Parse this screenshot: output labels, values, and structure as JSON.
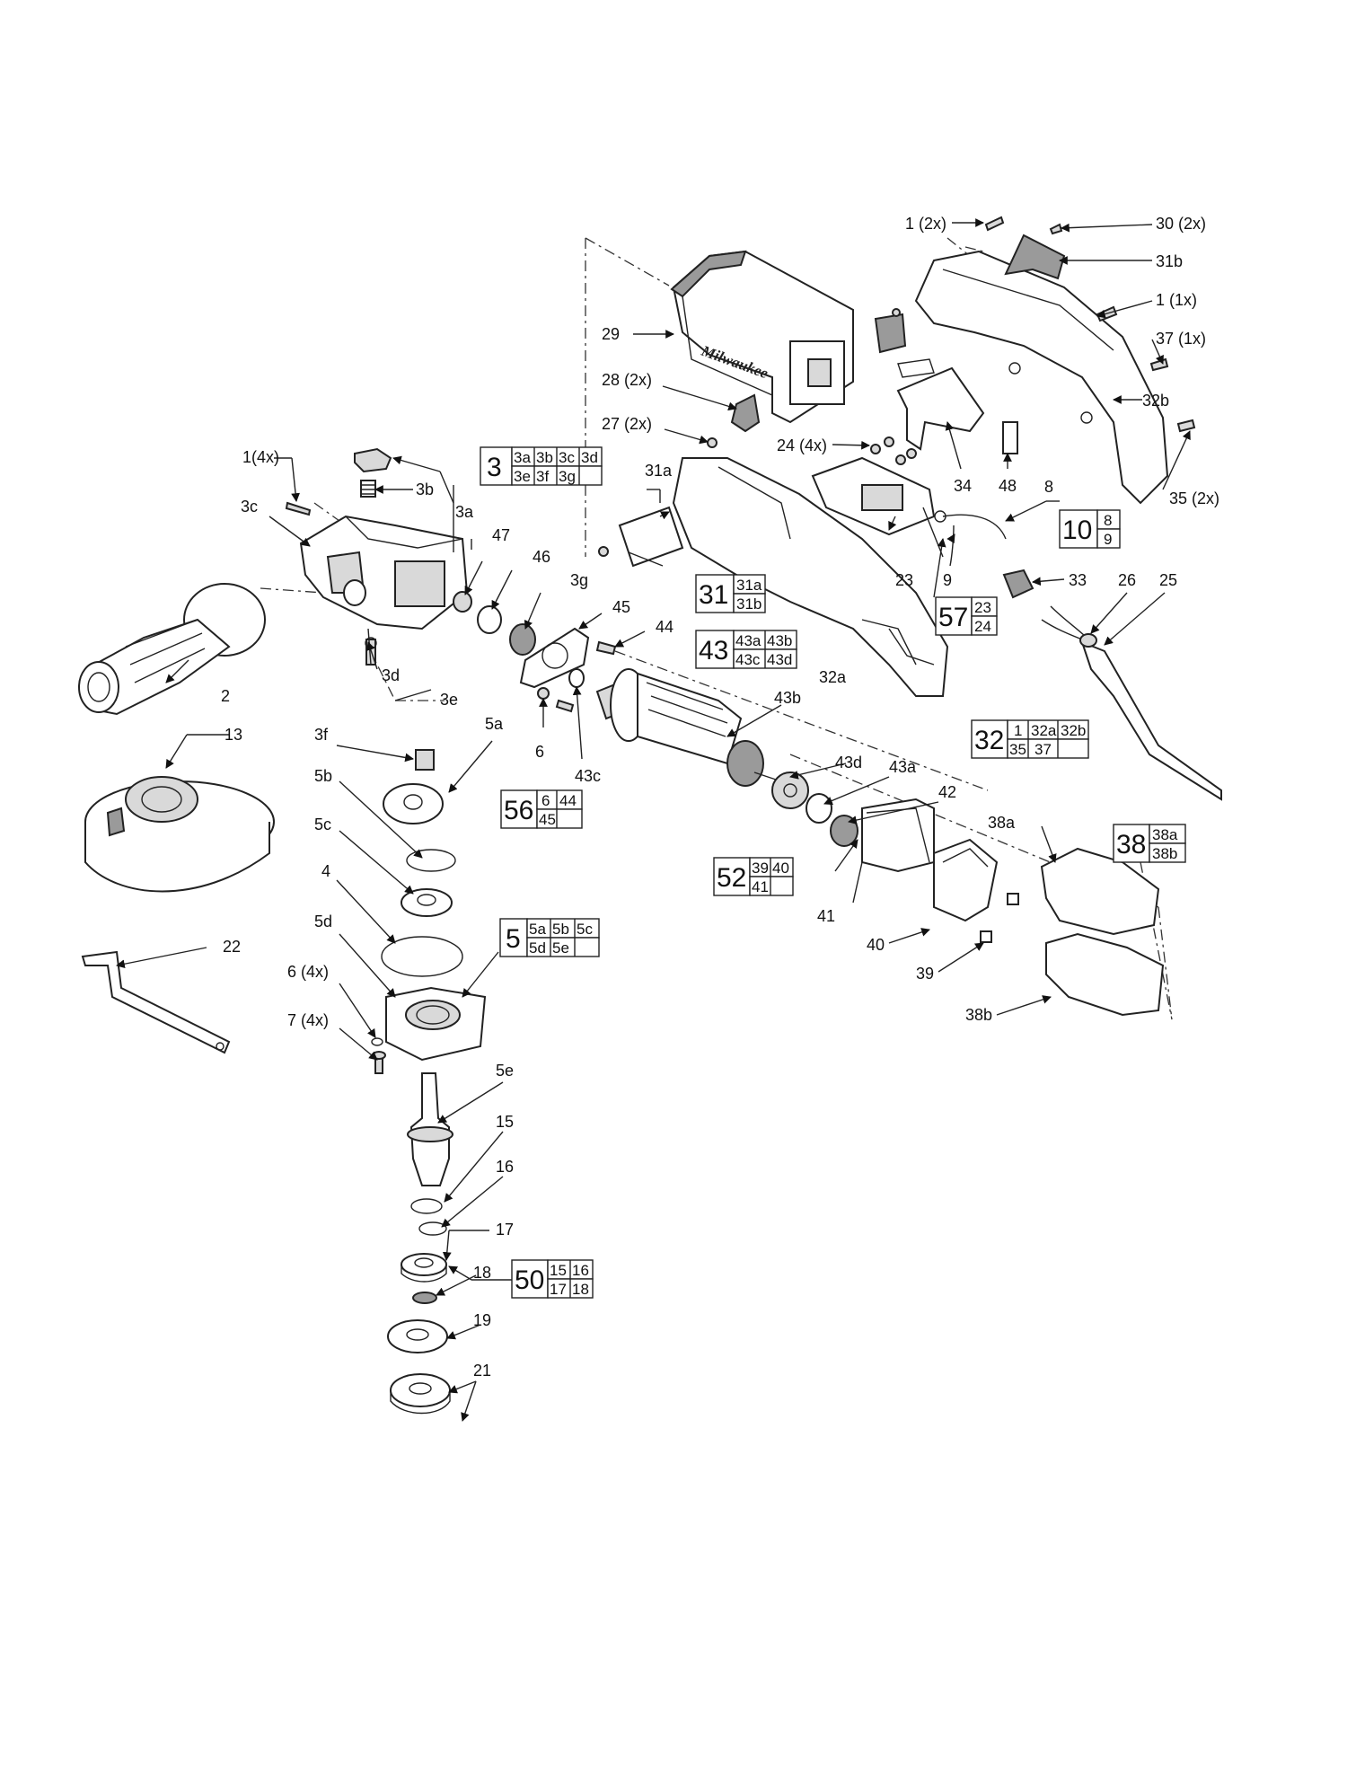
{
  "callouts": {
    "c_1_2x": "1 (2x)",
    "c_30_2x": "30 (2x)",
    "c_31b": "31b",
    "c_1_1x": "1 (1x)",
    "c_37_1x": "37 (1x)",
    "c_29": "29",
    "c_32b": "32b",
    "c_28_2x": "28 (2x)",
    "c_27_2x": "27 (2x)",
    "c_24_4x": "24 (4x)",
    "c_34": "34",
    "c_48": "48",
    "c_35_2x": "35 (2x)",
    "c_8": "8",
    "c_1_4x": "1(4x)",
    "c_3b": "3b",
    "c_3a": "3a",
    "c_3c": "3c",
    "c_47": "47",
    "c_46": "46",
    "c_3g": "3g",
    "c_31a": "31a",
    "c_23": "23",
    "c_9": "9",
    "c_33": "33",
    "c_26": "26",
    "c_25": "25",
    "c_45": "45",
    "c_44": "44",
    "c_3d": "3d",
    "c_2": "2",
    "c_3e": "3e",
    "c_6": "6",
    "c_43c": "43c",
    "c_43b": "43b",
    "c_32a": "32a",
    "c_13": "13",
    "c_3f": "3f",
    "c_5a": "5a",
    "c_5b": "5b",
    "c_5c": "5c",
    "c_4": "4",
    "c_43d": "43d",
    "c_43a": "43a",
    "c_42": "42",
    "c_38a": "38a",
    "c_41": "41",
    "c_40": "40",
    "c_39": "39",
    "c_38b": "38b",
    "c_5d": "5d",
    "c_22": "22",
    "c_6_4x": "6 (4x)",
    "c_7_4x": "7 (4x)",
    "c_5e": "5e",
    "c_15": "15",
    "c_16": "16",
    "c_17": "17",
    "c_18": "18",
    "c_19": "19",
    "c_21": "21"
  },
  "kits": {
    "k3": {
      "num": "3",
      "r1": [
        "3a",
        "3b",
        "3c",
        "3d"
      ],
      "r2": [
        "3e",
        "3f",
        "3g",
        ""
      ]
    },
    "k10": {
      "num": "10",
      "r1": [
        "8"
      ],
      "r2": [
        "9"
      ]
    },
    "k31": {
      "num": "31",
      "r1": [
        "31a"
      ],
      "r2": [
        "31b"
      ]
    },
    "k57": {
      "num": "57",
      "r1": [
        "23"
      ],
      "r2": [
        "24"
      ]
    },
    "k43": {
      "num": "43",
      "r1": [
        "43a",
        "43b"
      ],
      "r2": [
        "43c",
        "43d"
      ]
    },
    "k32": {
      "num": "32",
      "r1": [
        "1",
        "32a",
        "32b"
      ],
      "r2": [
        "35",
        "37",
        ""
      ]
    },
    "k56": {
      "num": "56",
      "r1": [
        "6",
        "44"
      ],
      "r2": [
        "45",
        ""
      ]
    },
    "k52": {
      "num": "52",
      "r1": [
        "39",
        "40"
      ],
      "r2": [
        "41",
        ""
      ]
    },
    "k38": {
      "num": "38",
      "r1": [
        "38a"
      ],
      "r2": [
        "38b"
      ]
    },
    "k5": {
      "num": "5",
      "r1": [
        "5a",
        "5b",
        "5c"
      ],
      "r2": [
        "5d",
        "5e",
        ""
      ]
    },
    "k50": {
      "num": "50",
      "r1": [
        "15",
        "16"
      ],
      "r2": [
        "17",
        "18"
      ]
    }
  },
  "logo": "Milwaukee"
}
